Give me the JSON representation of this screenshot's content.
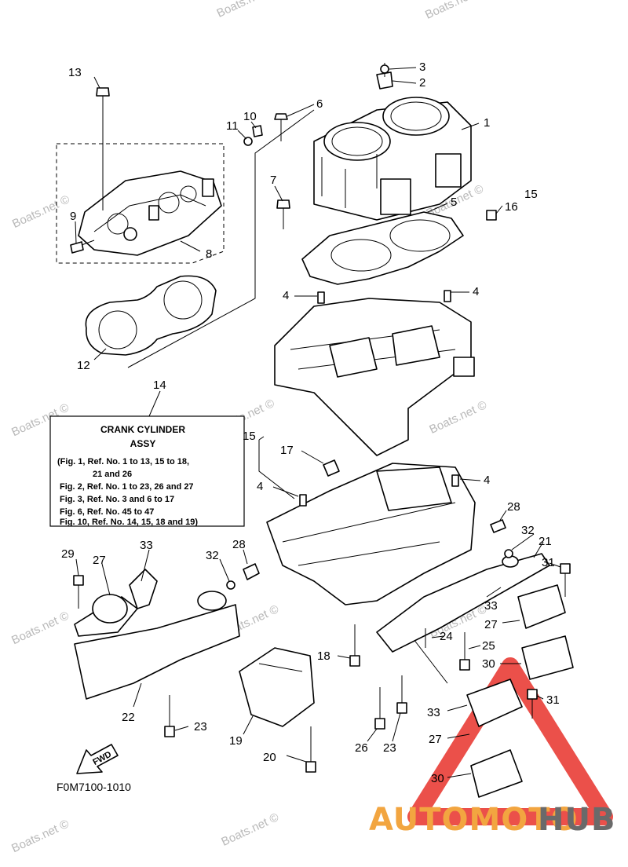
{
  "callouts": {
    "n1": "1",
    "n2": "2",
    "n3": "3",
    "n4a": "4",
    "n4b": "4",
    "n4c": "4",
    "n4d": "4",
    "n5": "5",
    "n6": "6",
    "n7": "7",
    "n8": "8",
    "n9": "9",
    "n10": "10",
    "n11": "11",
    "n12": "12",
    "n13": "13",
    "n14": "14",
    "n15a": "15",
    "n15b": "15",
    "n16": "16",
    "n17": "17",
    "n18": "18",
    "n19": "19",
    "n20": "20",
    "n21": "21",
    "n22": "22",
    "n23a": "23",
    "n23b": "23",
    "n24": "24",
    "n25": "25",
    "n26": "26",
    "n27a": "27",
    "n27b": "27",
    "n27c": "27",
    "n28a": "28",
    "n28b": "28",
    "n29": "29",
    "n30a": "30",
    "n30b": "30",
    "n31a": "31",
    "n31b": "31",
    "n32a": "32",
    "n32b": "32",
    "n33a": "33",
    "n33b": "33",
    "n33c": "33"
  },
  "note_box": {
    "title": "CRANK CYLINDER",
    "subtitle": "ASSY",
    "lines": [
      "(Fig. 1, Ref. No. 1 to 13, 15 to 18,",
      "21 and 26",
      "Fig. 2, Ref. No. 1 to 23, 26 and 27",
      "Fig. 3, Ref. No. 3 and 6 to 17",
      "Fig. 6, Ref. No. 45 to 47",
      "Fig. 10, Ref. No. 14, 15, 18 and 19)"
    ]
  },
  "direction_label": "FWD",
  "part_code": "F0M7100-1010",
  "watermark_text": "Boats.net ©",
  "brand": {
    "part1": "AUTOMOTO",
    "part2": "HUB",
    "color1": "#f2a540",
    "color2": "#6a6a6a",
    "logo_color": "#e8312a"
  }
}
